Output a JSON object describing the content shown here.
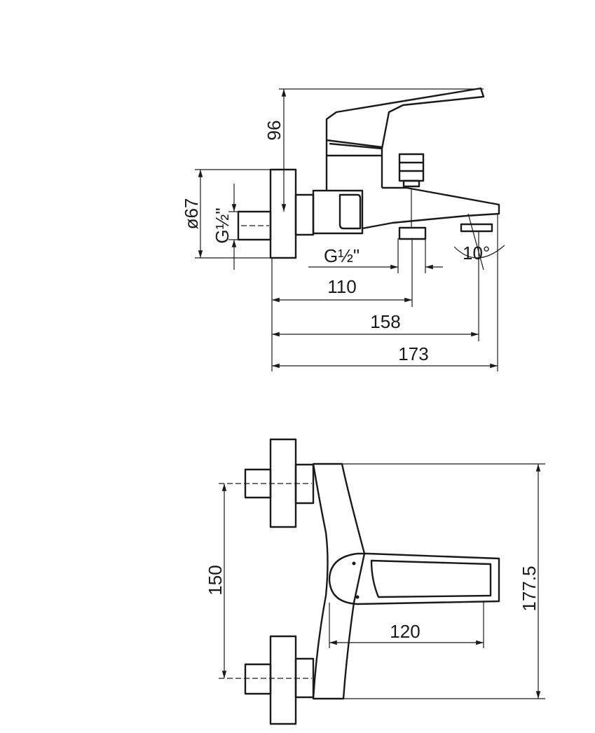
{
  "drawing": {
    "side_view": {
      "height_dim": "96",
      "plate_diameter_dim": "ø67",
      "inlet_thread_dim": "G½\"",
      "outlet_thread_dim": "G½\"",
      "spout_angle_dim": "10°",
      "outlet_distance_dim": "110",
      "spout_tip_distance_dim": "158",
      "overall_depth_dim": "173"
    },
    "front_view": {
      "inlet_centers_dim": "150",
      "lever_length_dim": "120",
      "overall_height_dim": "177.5"
    }
  }
}
